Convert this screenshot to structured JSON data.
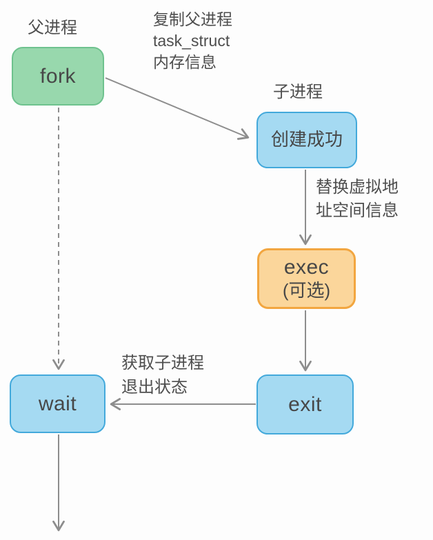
{
  "diagram": {
    "title_implied": "process lifecycle flowchart",
    "nodes": [
      {
        "id": "fork",
        "label": "fork",
        "sublabel": "",
        "color_type": "green"
      },
      {
        "id": "created",
        "label": "创建成功",
        "sublabel": "",
        "color_type": "blue"
      },
      {
        "id": "exec",
        "label": "exec",
        "sublabel": "(可选)",
        "color_type": "orange"
      },
      {
        "id": "exit",
        "label": "exit",
        "sublabel": "",
        "color_type": "blue"
      },
      {
        "id": "wait",
        "label": "wait",
        "sublabel": "",
        "color_type": "blue"
      }
    ],
    "labels": {
      "parent_process": "父进程",
      "child_process": "子进程",
      "copy_line1": "复制父进程",
      "copy_line2": "task_struct",
      "copy_line3": "内存信息",
      "replace_line1": "替换虚拟地",
      "replace_line2": "址空间信息",
      "wait_line1": "获取子进程",
      "wait_line2": "退出状态"
    },
    "edges": [
      {
        "from": "fork",
        "to": "created",
        "style": "solid",
        "note": "copy task_struct"
      },
      {
        "from": "fork",
        "to": "wait",
        "style": "dashed",
        "note": ""
      },
      {
        "from": "created",
        "to": "exec",
        "style": "solid",
        "note": "replace virtual address space"
      },
      {
        "from": "exec",
        "to": "exit",
        "style": "solid",
        "note": ""
      },
      {
        "from": "exit",
        "to": "wait",
        "style": "solid",
        "note": "get child exit status"
      },
      {
        "from": "wait",
        "to": "end",
        "style": "solid",
        "note": ""
      }
    ],
    "colors": {
      "green_fill": "#98d8ad",
      "green_border": "#6ec28e",
      "blue_fill": "#a5daf2",
      "blue_border": "#43a9db",
      "orange_fill": "#fbd69b",
      "orange_border": "#f2a640",
      "arrow": "#8d8d8d",
      "node_text": "#474747",
      "annotation_text": "#4e4e4e",
      "background": "#fdfdfd"
    }
  }
}
